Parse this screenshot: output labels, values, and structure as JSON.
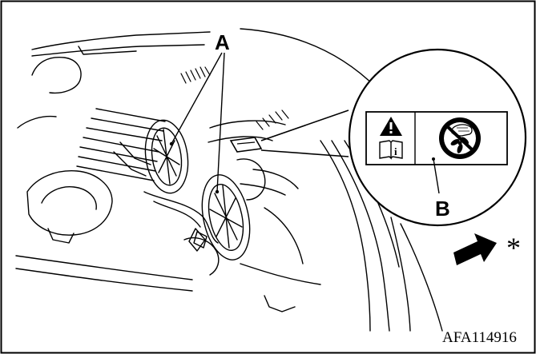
{
  "labels": {
    "fan_label": "A",
    "sticker_label": "B",
    "figure_code": "AFA114916",
    "asterisk": "*"
  },
  "sticker": {
    "warning_icon": "warning-triangle-icon",
    "manual_icon": "owners-manual-info-icon",
    "prohibition_icon": "no-hands-near-fan-icon",
    "info_glyph": "i"
  },
  "direction_arrow": "front-of-vehicle-arrow"
}
